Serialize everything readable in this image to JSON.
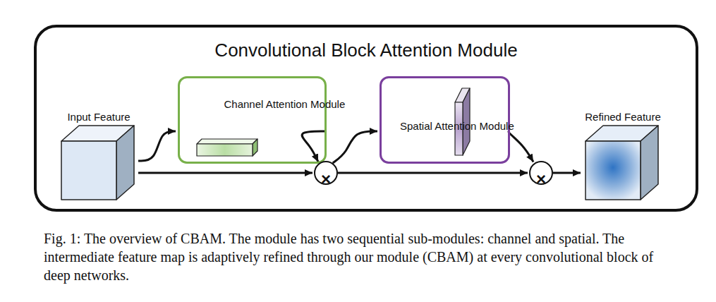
{
  "diagram": {
    "caption": "Fig. 1: The overview of CBAM. The module has two sequential sub-modules: channel and spatial. The intermediate feature map is adaptively refined through our module (CBAM) at every convolutional block of deep networks.",
    "nodes": [
      {
        "text": [
          "Convolutional Block Attention Module"
        ]
      },
      {
        "text": [
          "Input Feature"
        ],
        "in": 0
      },
      {
        "text": [
          "Channel Attention Module"
        ],
        "in": 0
      },
      {
        "text": [
          "×"
        ],
        "in": 0
      },
      {
        "text": [
          "Spatial Attention Module"
        ],
        "in": 0
      },
      {
        "text": [
          "×"
        ],
        "in": 0
      },
      {
        "text": [
          "Refined Feature"
        ],
        "in": 0
      }
    ],
    "edges": [
      {
        "from": 1,
        "to": 2,
        "arrow": "to"
      },
      {
        "from": 1,
        "to": 3,
        "arrow": "to"
      },
      {
        "from": 2,
        "to": 3,
        "arrow": "to"
      },
      {
        "from": 3,
        "to": 4,
        "arrow": "to"
      },
      {
        "from": 3,
        "to": 5,
        "arrow": "to"
      },
      {
        "from": 4,
        "to": 5,
        "arrow": "to"
      },
      {
        "from": 5,
        "to": 6,
        "arrow": "to"
      }
    ]
  }
}
